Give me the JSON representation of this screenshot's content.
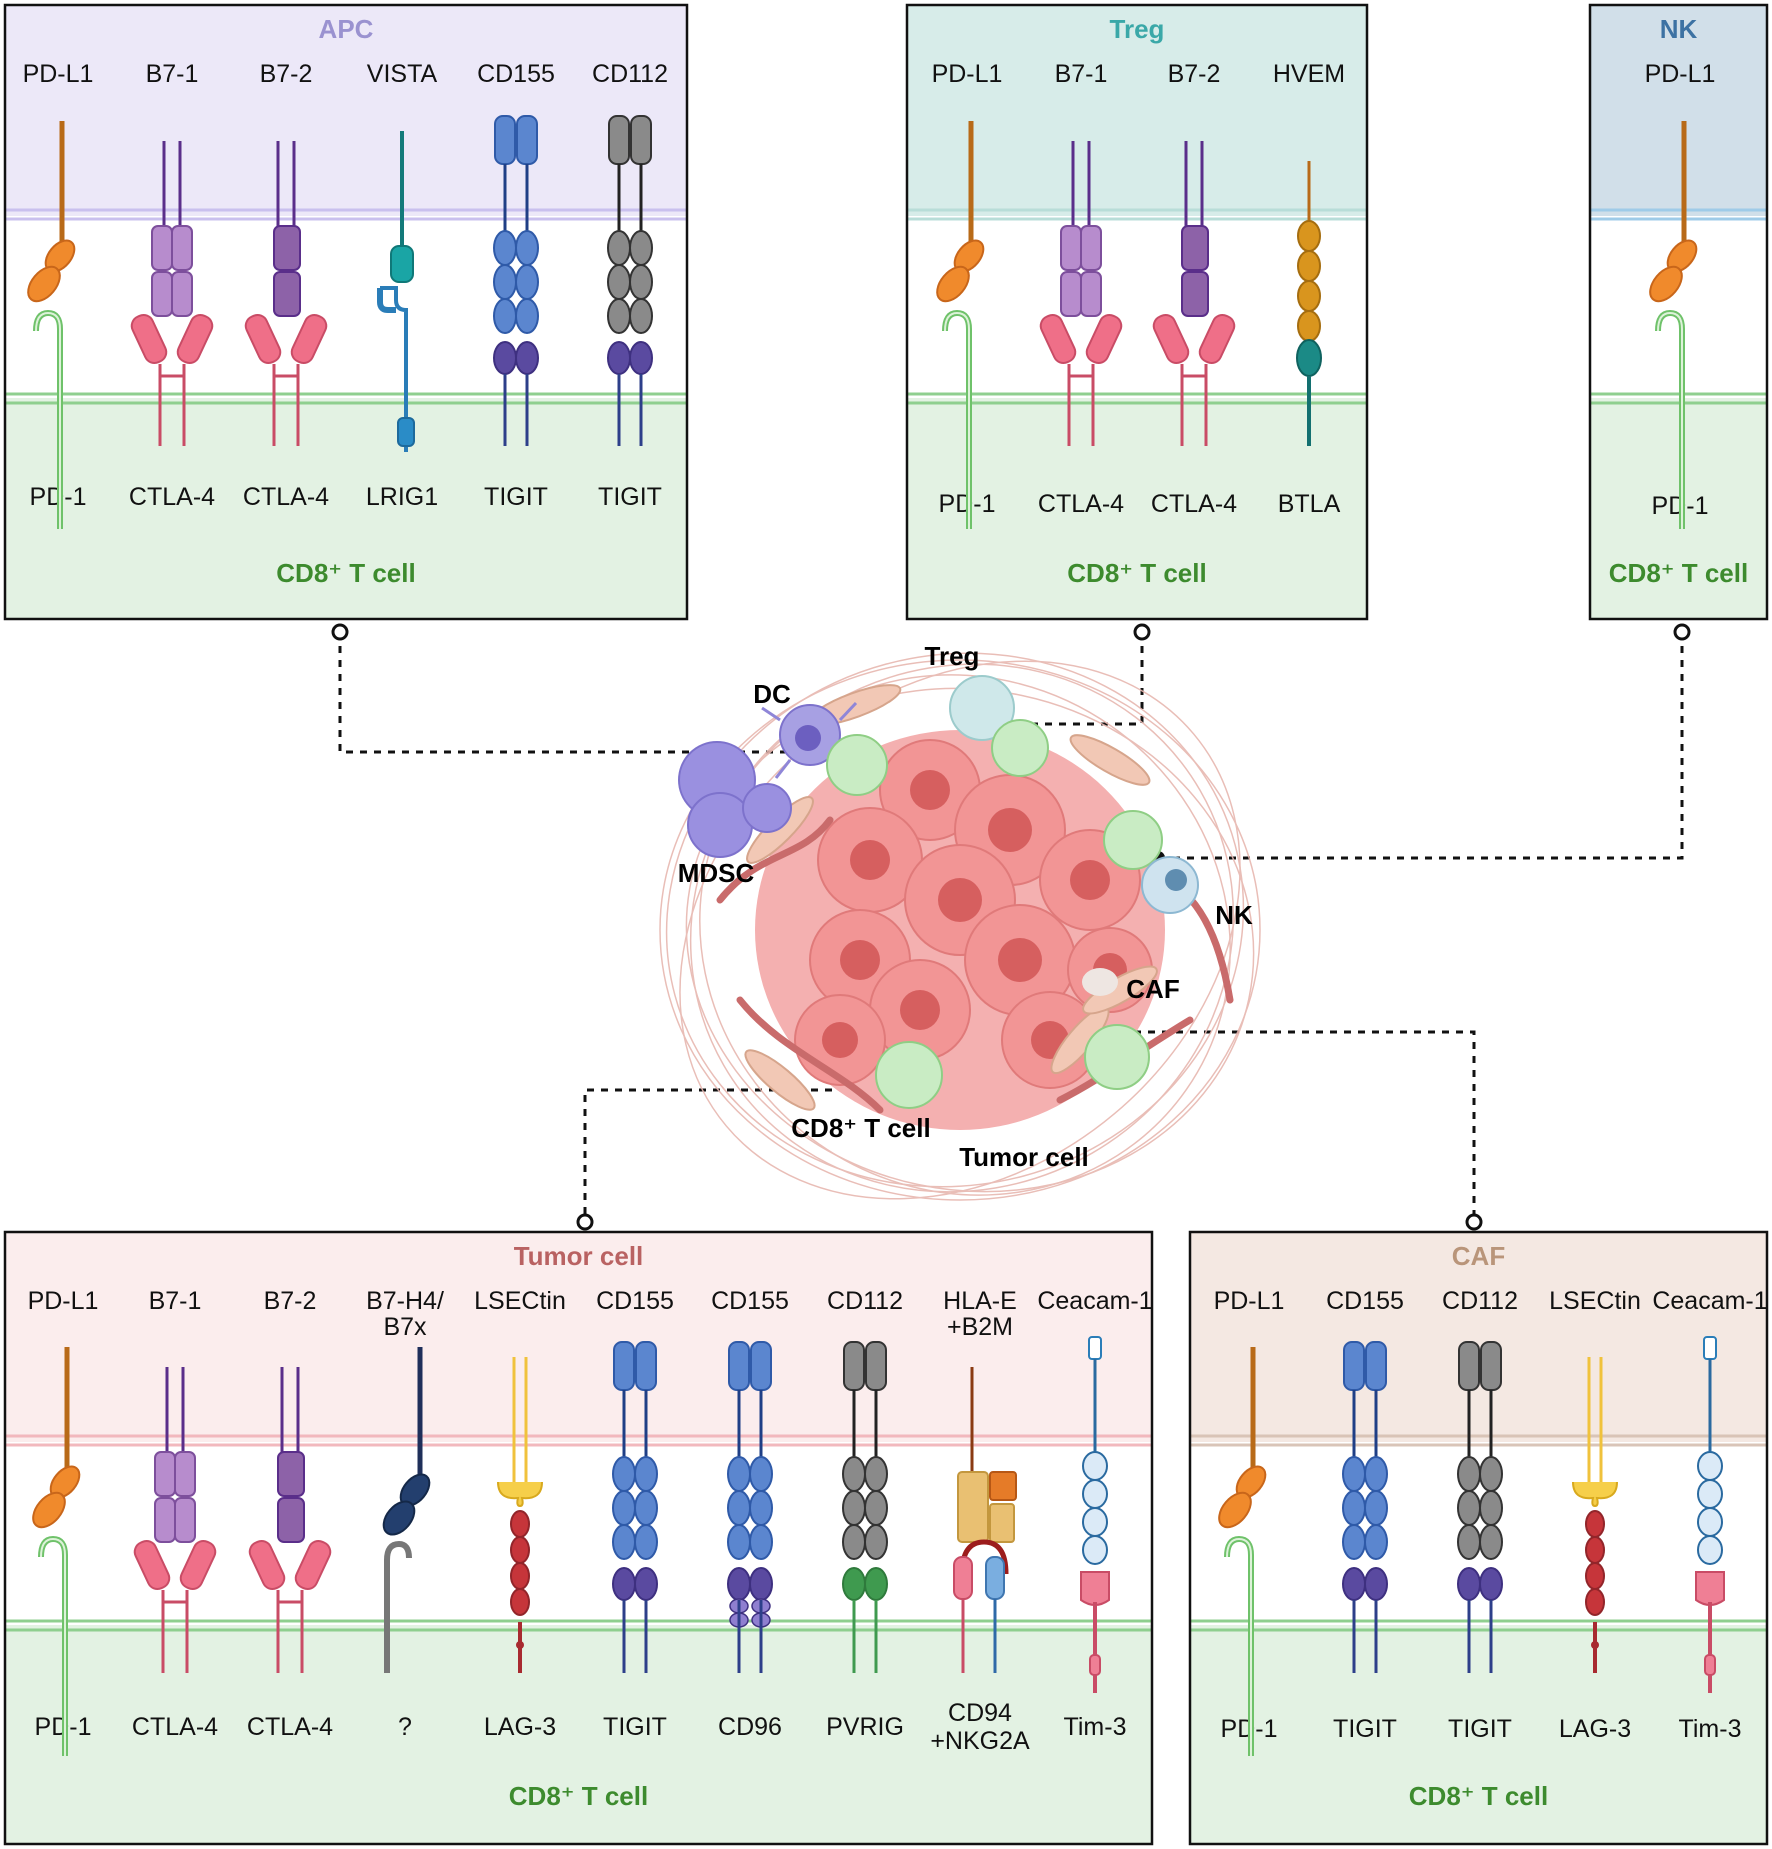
{
  "colors": {
    "apc": "#9a92d0",
    "treg": "#3aa8a8",
    "nk": "#3d72a3",
    "tumor": "#b96262",
    "caf": "#b9957a",
    "cd8": "#3d8b2e",
    "mdsc": "#6c5fc0",
    "tcell_label": "#2e8b3a"
  },
  "panels": {
    "apc": {
      "title": "APC",
      "footer": "CD8⁺ T cell",
      "pairs": [
        {
          "ligand": "PD-L1",
          "receptor": "PD-1",
          "glyph": "pd1"
        },
        {
          "ligand": "B7-1",
          "receptor": "CTLA-4",
          "glyph": "b71"
        },
        {
          "ligand": "B7-2",
          "receptor": "CTLA-4",
          "glyph": "b72"
        },
        {
          "ligand": "VISTA",
          "receptor": "LRIG1",
          "glyph": "vista"
        },
        {
          "ligand": "CD155",
          "receptor": "TIGIT",
          "glyph": "cd155"
        },
        {
          "ligand": "CD112",
          "receptor": "TIGIT",
          "glyph": "cd112"
        }
      ]
    },
    "treg": {
      "title": "Treg",
      "footer": "CD8⁺ T cell",
      "pairs": [
        {
          "ligand": "PD-L1",
          "receptor": "PD-1",
          "glyph": "pd1"
        },
        {
          "ligand": "B7-1",
          "receptor": "CTLA-4",
          "glyph": "b71"
        },
        {
          "ligand": "B7-2",
          "receptor": "CTLA-4",
          "glyph": "b72"
        },
        {
          "ligand": "HVEM",
          "receptor": "BTLA",
          "glyph": "hvem"
        }
      ]
    },
    "nk": {
      "title": "NK",
      "footer": "CD8⁺ T cell",
      "pairs": [
        {
          "ligand": "PD-L1",
          "receptor": "PD-1",
          "glyph": "pd1"
        }
      ]
    },
    "tumor": {
      "title": "Tumor cell",
      "footer": "CD8⁺ T cell",
      "pairs": [
        {
          "ligand": "PD-L1",
          "receptor": "PD-1",
          "glyph": "pd1"
        },
        {
          "ligand": "B7-1",
          "receptor": "CTLA-4",
          "glyph": "b71"
        },
        {
          "ligand": "B7-2",
          "receptor": "CTLA-4",
          "glyph": "b72"
        },
        {
          "ligand": "B7-H4/",
          "ligand2": "B7x",
          "receptor": "?",
          "glyph": "b7h4"
        },
        {
          "ligand": "LSECtin",
          "receptor": "LAG-3",
          "glyph": "lag3"
        },
        {
          "ligand": "CD155",
          "receptor": "TIGIT",
          "glyph": "cd155"
        },
        {
          "ligand": "CD155",
          "receptor": "CD96",
          "glyph": "cd96"
        },
        {
          "ligand": "CD112",
          "receptor": "PVRIG",
          "glyph": "pvrig"
        },
        {
          "ligand": "HLA-E",
          "ligand2": "+B2M",
          "receptor": "CD94",
          "receptor2": "+NKG2A",
          "glyph": "hlae"
        },
        {
          "ligand": "Ceacam-1",
          "receptor": "Tim-3",
          "glyph": "tim3"
        }
      ]
    },
    "caf": {
      "title": "CAF",
      "footer": "CD8⁺ T cell",
      "pairs": [
        {
          "ligand": "PD-L1",
          "receptor": "PD-1",
          "glyph": "pd1"
        },
        {
          "ligand": "CD155",
          "receptor": "TIGIT",
          "glyph": "cd155"
        },
        {
          "ligand": "CD112",
          "receptor": "TIGIT",
          "glyph": "cd112"
        },
        {
          "ligand": "LSECtin",
          "receptor": "LAG-3",
          "glyph": "lag3"
        },
        {
          "ligand": "Ceacam-1",
          "receptor": "Tim-3",
          "glyph": "tim3"
        }
      ]
    }
  },
  "center": {
    "labels": {
      "treg": "Treg",
      "dc": "DC",
      "mdsc": "MDSC",
      "nk": "NK",
      "caf": "CAF",
      "cd8": "CD8⁺ T cell",
      "tumor": "Tumor cell"
    }
  }
}
